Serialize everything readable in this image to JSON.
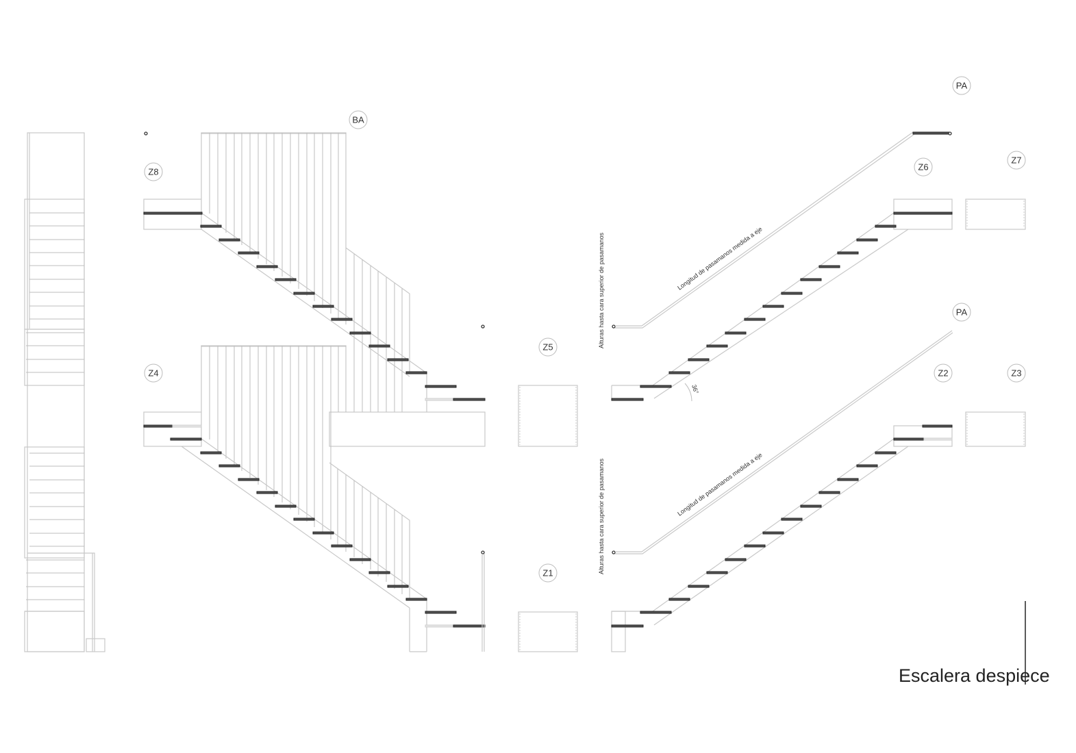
{
  "drawing": {
    "title": "Escalera despiece",
    "colors": {
      "line": "#c8c8c8",
      "tread": "#555555",
      "text": "#222222",
      "background": "#ffffff"
    }
  },
  "tags": {
    "ba": "BA",
    "z8": "Z8",
    "z4": "Z4",
    "z5": "Z5",
    "z1": "Z1",
    "pa_top": "PA",
    "pa_bottom": "PA",
    "z6": "Z6",
    "z7": "Z7",
    "z2": "Z2",
    "z3": "Z3"
  },
  "annotations": {
    "handrail_length_top": "Longitud de pasamanos medida a eje",
    "handrail_height_top": "Alturas hasta cara superior de pasamanos",
    "handrail_length_bottom": "Longitud de pasamanos medida a eje",
    "handrail_height_bottom": "Alturas hasta cara superior de pasamanos",
    "angle": "36°"
  }
}
